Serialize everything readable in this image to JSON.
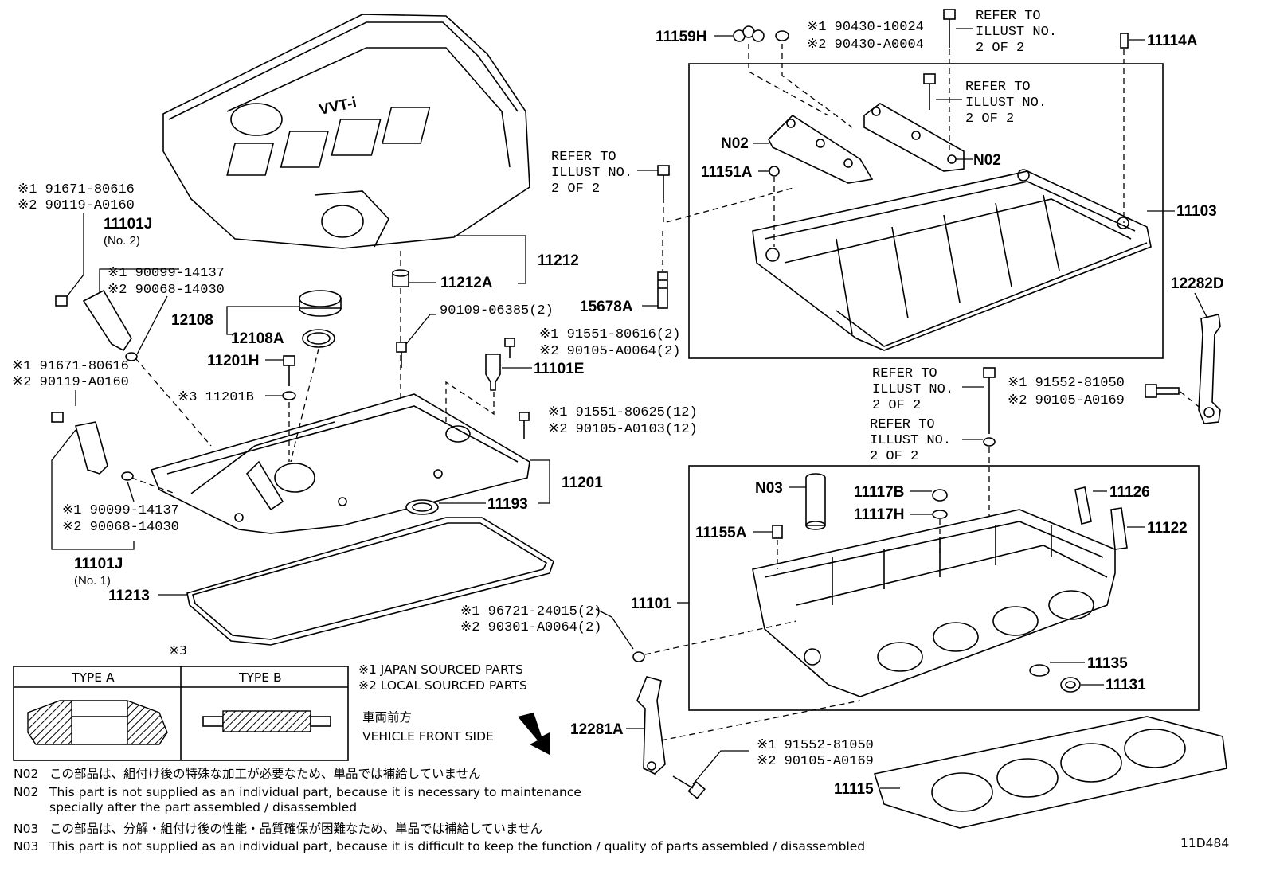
{
  "labels": {
    "p11159H": "11159H",
    "p90430a": "※1 90430-10024",
    "p90430b": "※2 90430-A0004",
    "refer1a": "REFER TO",
    "refer1b": "ILLUST NO.",
    "refer1c": "2 OF 2",
    "p11114A": "11114A",
    "refer2a": "REFER TO",
    "refer2b": "ILLUST NO.",
    "refer2c": "2 OF 2",
    "pN02a": "N02",
    "pN02b": "N02",
    "refer3a": "REFER TO",
    "refer3b": "ILLUST NO.",
    "refer3c": "2 OF 2",
    "p11151A": "11151A",
    "p11103": "11103",
    "p15678A": "15678A",
    "p12282D": "12282D",
    "p11212": "11212",
    "p11212A": "11212A",
    "p91671a1": "※1 91671-80616",
    "p90119a1": "※2 90119-A0160",
    "p11101J2": "11101J",
    "p11101J2no": "(No. 2)",
    "p90099a": "※1  90099-14137",
    "p90068a": "※2  90068-14030",
    "p12108": "12108",
    "p12108A": "12108A",
    "p90109": "90109-06385(2)",
    "p11201H": "11201H",
    "p91551a": "※1  91551-80616(2)",
    "p90105a": "※2  90105-A0064(2)",
    "p11101E": "11101E",
    "p91671a2": "※1 91671-80616",
    "p90119a2": "※2 90119-A0160",
    "p11201B": "※3  11201B",
    "p91551b": "※1  91551-80625(12)",
    "p90105b": "※2  90105-A0103(12)",
    "refer4a": "REFER TO",
    "refer4b": "ILLUST NO.",
    "refer4c": "2 OF 2",
    "refer5a": "REFER TO",
    "refer5b": "ILLUST NO.",
    "refer5c": "2 OF 2",
    "p91552a": "※1 91552-81050",
    "p90105c": "※2 90105-A0169",
    "p11201": "11201",
    "p11193": "11193",
    "p90099b": "※1 90099-14137",
    "p90068b": "※2 90068-14030",
    "p11101J1": "11101J",
    "p11101J1no": "(No. 1)",
    "p11213": "11213",
    "pN03": "N03",
    "p11117B": "11117B",
    "p11117H": "11117H",
    "p11126": "11126",
    "p11122": "11122",
    "p11155A": "11155A",
    "p11101": "11101",
    "p96721": "※1 96721-24015(2)",
    "p90301": "※2 90301-A0064(2)",
    "p11135": "11135",
    "p11131": "11131",
    "p12281A": "12281A",
    "p91552b": "※1 91552-81050",
    "p90105d": "※2 90105-A0169",
    "p11115": "11115",
    "mark3": "※3",
    "cover_logo": "VVT-i"
  },
  "legend": {
    "typeA": "TYPE A",
    "typeB": "TYPE B",
    "japan": "※1 JAPAN SOURCED PARTS",
    "local": "※2 LOCAL SOURCED PARTS",
    "front_jp": "車両前方",
    "front_en": "VEHICLE FRONT SIDE"
  },
  "notes": {
    "n02_code_jp": "N02",
    "n02_jp": "この部品は、組付け後の特殊な加工が必要なため、単品では補給していません",
    "n02_code_en": "N02",
    "n02_en_1": "This part is not supplied as an individual part, because it is necessary to maintenance",
    "n02_en_2": "specially after the part assembled / disassembled",
    "n03_code_jp": "N03",
    "n03_jp": "この部品は、分解・組付け後の性能・品質確保が困難なため、単品では補給していません",
    "n03_code_en": "N03",
    "n03_en": "This part is not supplied as an individual part, because it is difficult to keep the function / quality of parts  assembled / disassembled"
  },
  "illustration_id": "11D484"
}
